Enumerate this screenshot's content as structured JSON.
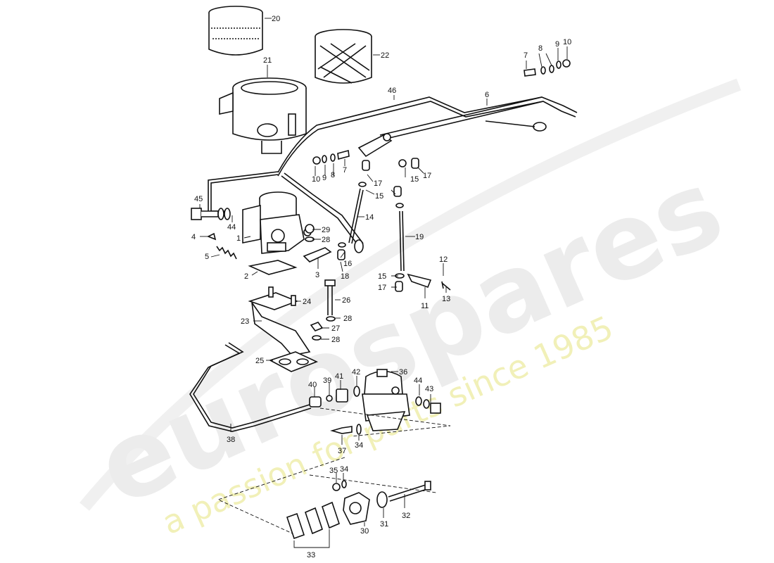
{
  "watermark": {
    "brand": "eurospares",
    "tagline": "a passion for parts since 1985"
  },
  "callouts": [
    "1",
    "2",
    "3",
    "4",
    "5",
    "6",
    "7",
    "8",
    "9",
    "10",
    "11",
    "12",
    "13",
    "14",
    "15",
    "16",
    "17",
    "18",
    "19",
    "20",
    "21",
    "22",
    "23",
    "24",
    "25",
    "26",
    "27",
    "28",
    "29",
    "30",
    "31",
    "32",
    "33",
    "34",
    "35",
    "36",
    "37",
    "38",
    "39",
    "40",
    "41",
    "42",
    "43",
    "44",
    "45",
    "46"
  ]
}
